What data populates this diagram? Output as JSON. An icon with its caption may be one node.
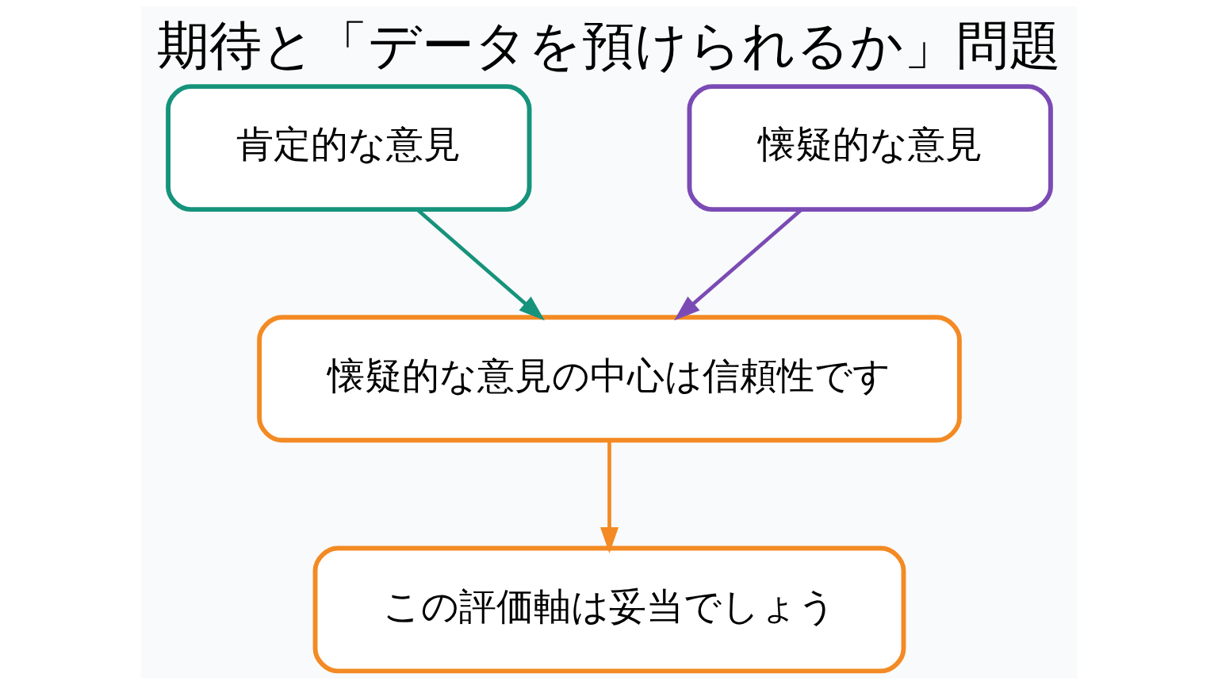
{
  "diagram": {
    "title": "期待と「データを預けられるか」問題",
    "nodes": [
      {
        "text": [
          "肯定的な意見"
        ]
      },
      {
        "text": [
          "懐疑的な意見"
        ]
      },
      {
        "text": [
          "懐疑的な意見の中心は信頼性です"
        ]
      },
      {
        "text": [
          "この評価軸は妥当でしょう"
        ]
      }
    ],
    "edges": [
      {
        "from": 0,
        "to": 2,
        "arrow": "to",
        "color": "#16937c"
      },
      {
        "from": 1,
        "to": 2,
        "arrow": "to",
        "color": "#7b4bb5"
      },
      {
        "from": 2,
        "to": 3,
        "arrow": "to",
        "color": "#f38a24"
      }
    ]
  }
}
